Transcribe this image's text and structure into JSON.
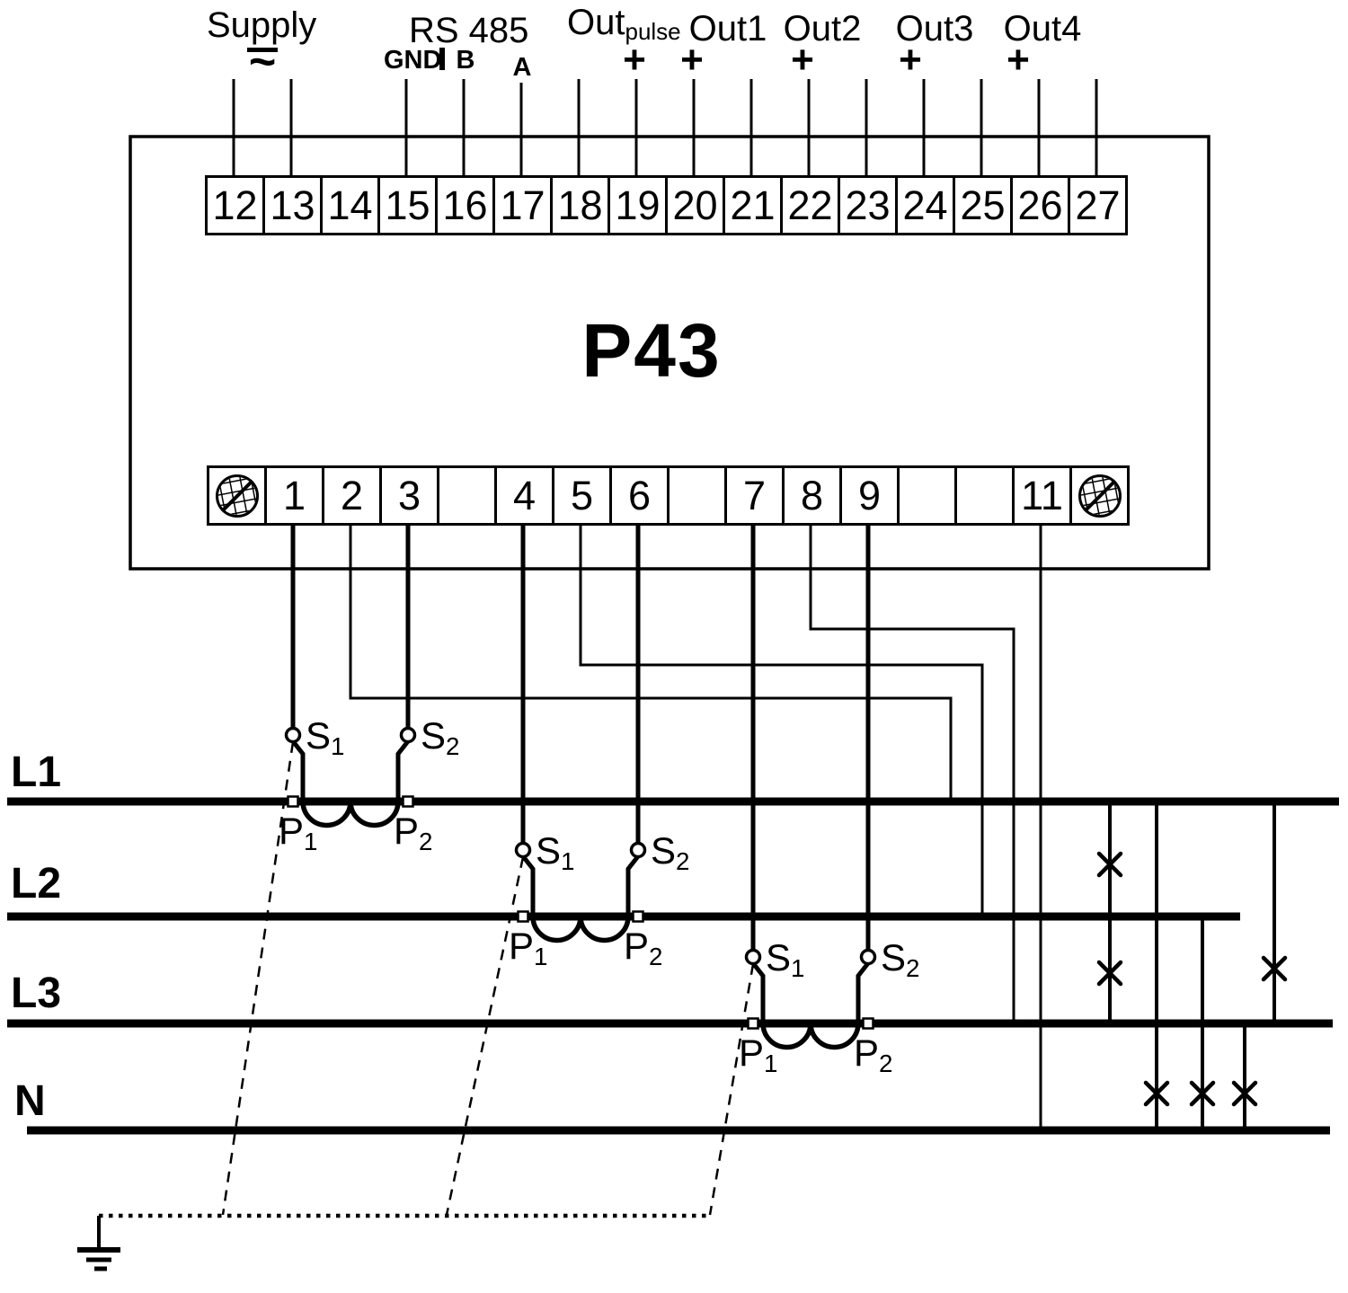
{
  "device": {
    "name": "P43"
  },
  "colors": {
    "ink": "#000000",
    "background": "#ffffff"
  },
  "top_labels": {
    "supply": {
      "label": "Supply",
      "symbol": "~"
    },
    "rs485": {
      "label": "RS 485",
      "gnd": "GND",
      "b": "B",
      "a": "A"
    },
    "out_pulse": {
      "main": "Out",
      "sub": "pulse",
      "plus": "+"
    },
    "out1": {
      "label": "Out1",
      "plus": "+"
    },
    "out2": {
      "label": "Out2",
      "plus": "+"
    },
    "out3": {
      "label": "Out3",
      "plus": "+"
    },
    "out4": {
      "label": "Out4",
      "plus": "+"
    }
  },
  "top_terminals": [
    "12",
    "13",
    "14",
    "15",
    "16",
    "17",
    "18",
    "19",
    "20",
    "21",
    "22",
    "23",
    "24",
    "25",
    "26",
    "27"
  ],
  "bottom_terminals": [
    "1",
    "2",
    "3",
    "",
    "4",
    "5",
    "6",
    "",
    "7",
    "8",
    "9",
    "",
    "",
    "11"
  ],
  "bus_labels": {
    "l1": "L1",
    "l2": "L2",
    "l3": "L3",
    "n": "N"
  },
  "ct_labels": {
    "s": "S",
    "p": "P",
    "sub1": "1",
    "sub2": "2"
  }
}
